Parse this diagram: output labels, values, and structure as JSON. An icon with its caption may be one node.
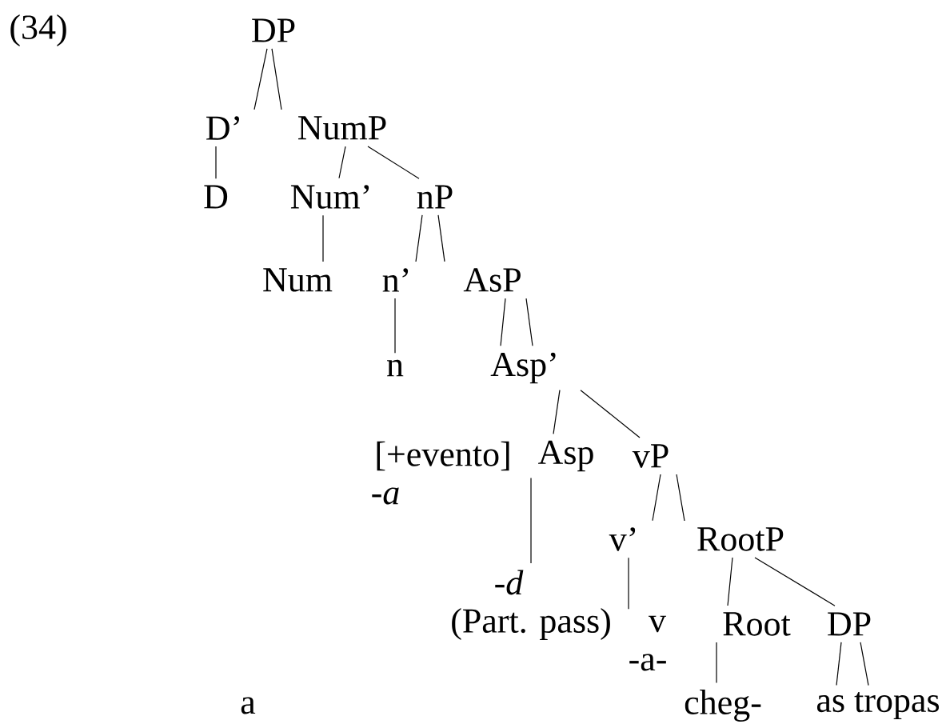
{
  "diagram": {
    "nodes": [
      {
        "text": [
          "DP"
        ]
      },
      {
        "text": [
          "D’"
        ]
      },
      {
        "text": [
          "NumP"
        ]
      },
      {
        "text": [
          "D"
        ]
      },
      {
        "text": [
          "Num’"
        ]
      },
      {
        "text": [
          "nP"
        ]
      },
      {
        "text": [
          "Num"
        ]
      },
      {
        "text": [
          "n’"
        ]
      },
      {
        "text": [
          "AsP"
        ]
      },
      {
        "text": [
          "n"
        ]
      },
      {
        "text": [
          "Asp’"
        ]
      },
      {
        "text": [
          "Asp"
        ]
      },
      {
        "text": [
          "vP"
        ]
      },
      {
        "text": [
          "-*d*"
        ]
      },
      {
        "text": [
          "v’"
        ]
      },
      {
        "text": [
          "RootP"
        ]
      },
      {
        "text": [
          "v"
        ]
      },
      {
        "text": [
          "Root"
        ]
      },
      {
        "text": [
          "DP"
        ]
      },
      {
        "text": [
          "cheg-"
        ]
      },
      {
        "text": [
          "as tropas"
        ]
      }
    ],
    "edges": [
      {
        "from": 0,
        "to": 1,
        "arrow": "none"
      },
      {
        "from": 0,
        "to": 2,
        "arrow": "none"
      },
      {
        "from": 1,
        "to": 3,
        "arrow": "none"
      },
      {
        "from": 2,
        "to": 4,
        "arrow": "none"
      },
      {
        "from": 2,
        "to": 5,
        "arrow": "none"
      },
      {
        "from": 4,
        "to": 6,
        "arrow": "none"
      },
      {
        "from": 5,
        "to": 7,
        "arrow": "none"
      },
      {
        "from": 5,
        "to": 8,
        "arrow": "none"
      },
      {
        "from": 7,
        "to": 9,
        "arrow": "none"
      },
      {
        "from": 8,
        "to": 10,
        "arrow": "none"
      },
      {
        "from": 8,
        "to": 10,
        "arrow": "none"
      },
      {
        "from": 10,
        "to": 11,
        "arrow": "none"
      },
      {
        "from": 10,
        "to": 12,
        "arrow": "none"
      },
      {
        "from": 11,
        "to": 13,
        "arrow": "none"
      },
      {
        "from": 12,
        "to": 14,
        "arrow": "none"
      },
      {
        "from": 12,
        "to": 15,
        "arrow": "none"
      },
      {
        "from": 14,
        "to": 16,
        "arrow": "none"
      },
      {
        "from": 15,
        "to": 17,
        "arrow": "none"
      },
      {
        "from": 15,
        "to": 18,
        "arrow": "none"
      },
      {
        "from": 17,
        "to": 19,
        "arrow": "none"
      },
      {
        "from": 18,
        "to": 20,
        "arrow": "none"
      },
      {
        "from": 18,
        "to": 20,
        "arrow": "none"
      }
    ],
    "labels": [
      "(34)",
      "[+evento]",
      "-*a*",
      "(Part. pass)",
      "-a-",
      "a"
    ]
  }
}
